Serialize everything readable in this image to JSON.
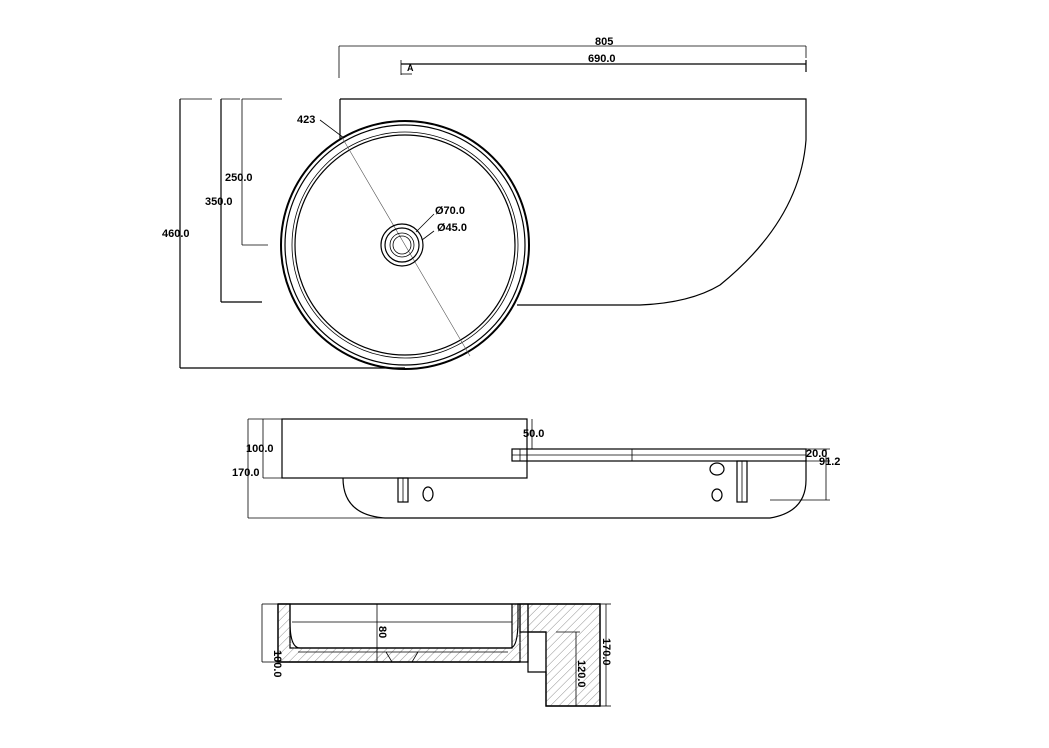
{
  "dimensions": {
    "top_view": {
      "overall_width": "805",
      "basin_offset": "690.0",
      "section_marker": "A",
      "overall_depth": "460.0",
      "to_drain_1": "250.0",
      "to_drain_2": "350.0",
      "basin_diameter": "423",
      "outer_drain_diameter": "Ø70.0",
      "inner_drain_diameter": "Ø45.0"
    },
    "front_view": {
      "height_top": "100.0",
      "height_total": "170.0",
      "shelf_offset": "50.0",
      "shelf_thickness": "20.0",
      "shelf_height": "91.2"
    },
    "section_view": {
      "depth": "100.0",
      "bowl_depth": "80",
      "overall_height": "170.0",
      "lower_height": "120.0"
    }
  },
  "colors": {
    "line": "#000000",
    "hatch": "#999999",
    "background": "#ffffff"
  }
}
